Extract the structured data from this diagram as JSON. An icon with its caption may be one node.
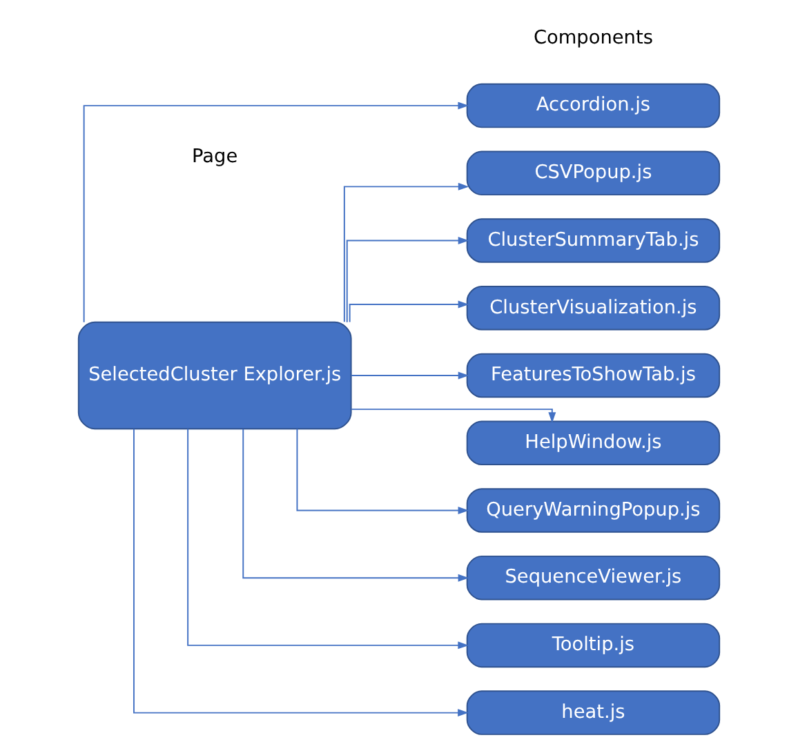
{
  "diagram": {
    "nodes": [
      {
        "text": [
          "SelectedCluster Explorer.js"
        ]
      },
      {
        "text": [
          "Accordion.js"
        ]
      },
      {
        "text": [
          "CSVPopup.js"
        ]
      },
      {
        "text": [
          "ClusterSummaryTab.js"
        ]
      },
      {
        "text": [
          "ClusterVisualization.js"
        ]
      },
      {
        "text": [
          "FeaturesToShowTab.js"
        ]
      },
      {
        "text": [
          "HelpWindow.js"
        ]
      },
      {
        "text": [
          "QueryWarningPopup.js"
        ]
      },
      {
        "text": [
          "SequenceViewer.js"
        ]
      },
      {
        "text": [
          "Tooltip.js"
        ]
      },
      {
        "text": [
          "heat.js"
        ]
      }
    ],
    "edges": [
      {
        "from": 0,
        "to": 1,
        "arrow": "to"
      },
      {
        "from": 0,
        "to": 2,
        "arrow": "to"
      },
      {
        "from": 0,
        "to": 3,
        "arrow": "to"
      },
      {
        "from": 0,
        "to": 4,
        "arrow": "to"
      },
      {
        "from": 0,
        "to": 5,
        "arrow": "to"
      },
      {
        "from": 0,
        "to": 6,
        "arrow": "to"
      },
      {
        "from": 0,
        "to": 7,
        "arrow": "to"
      },
      {
        "from": 0,
        "to": 8,
        "arrow": "to"
      },
      {
        "from": 0,
        "to": 9,
        "arrow": "to"
      },
      {
        "from": 0,
        "to": 10,
        "arrow": "to"
      }
    ],
    "labels": [
      "Page",
      "Components"
    ]
  }
}
